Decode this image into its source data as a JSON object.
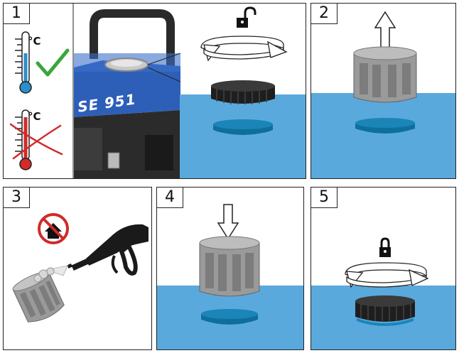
{
  "panels": [
    {
      "number": "1",
      "step": "remove-cap"
    },
    {
      "number": "2",
      "step": "lift-filter"
    },
    {
      "number": "3",
      "step": "blow-clean"
    },
    {
      "number": "4",
      "step": "insert-filter"
    },
    {
      "number": "5",
      "step": "close-cap"
    }
  ],
  "temperature": {
    "unit_ok": "°C",
    "unit_bad": "°C"
  },
  "generator_label": "SE 951",
  "colors": {
    "water": "#5aa9dd",
    "filter_grey": "#9a9a9a",
    "cap_black": "#1e1e1e",
    "seat_blue": "#0e6f9c",
    "check_green": "#3aa63a",
    "cross_red": "#cf2b2b",
    "generator_blue": "#2d5fb8"
  },
  "icons": [
    "unlock-icon",
    "lock-icon",
    "rotate-arrow-icon",
    "up-arrow-icon",
    "down-arrow-icon",
    "no-indoor-icon",
    "check-icon",
    "cross-icon",
    "thermometer-icon",
    "air-gun-icon"
  ]
}
